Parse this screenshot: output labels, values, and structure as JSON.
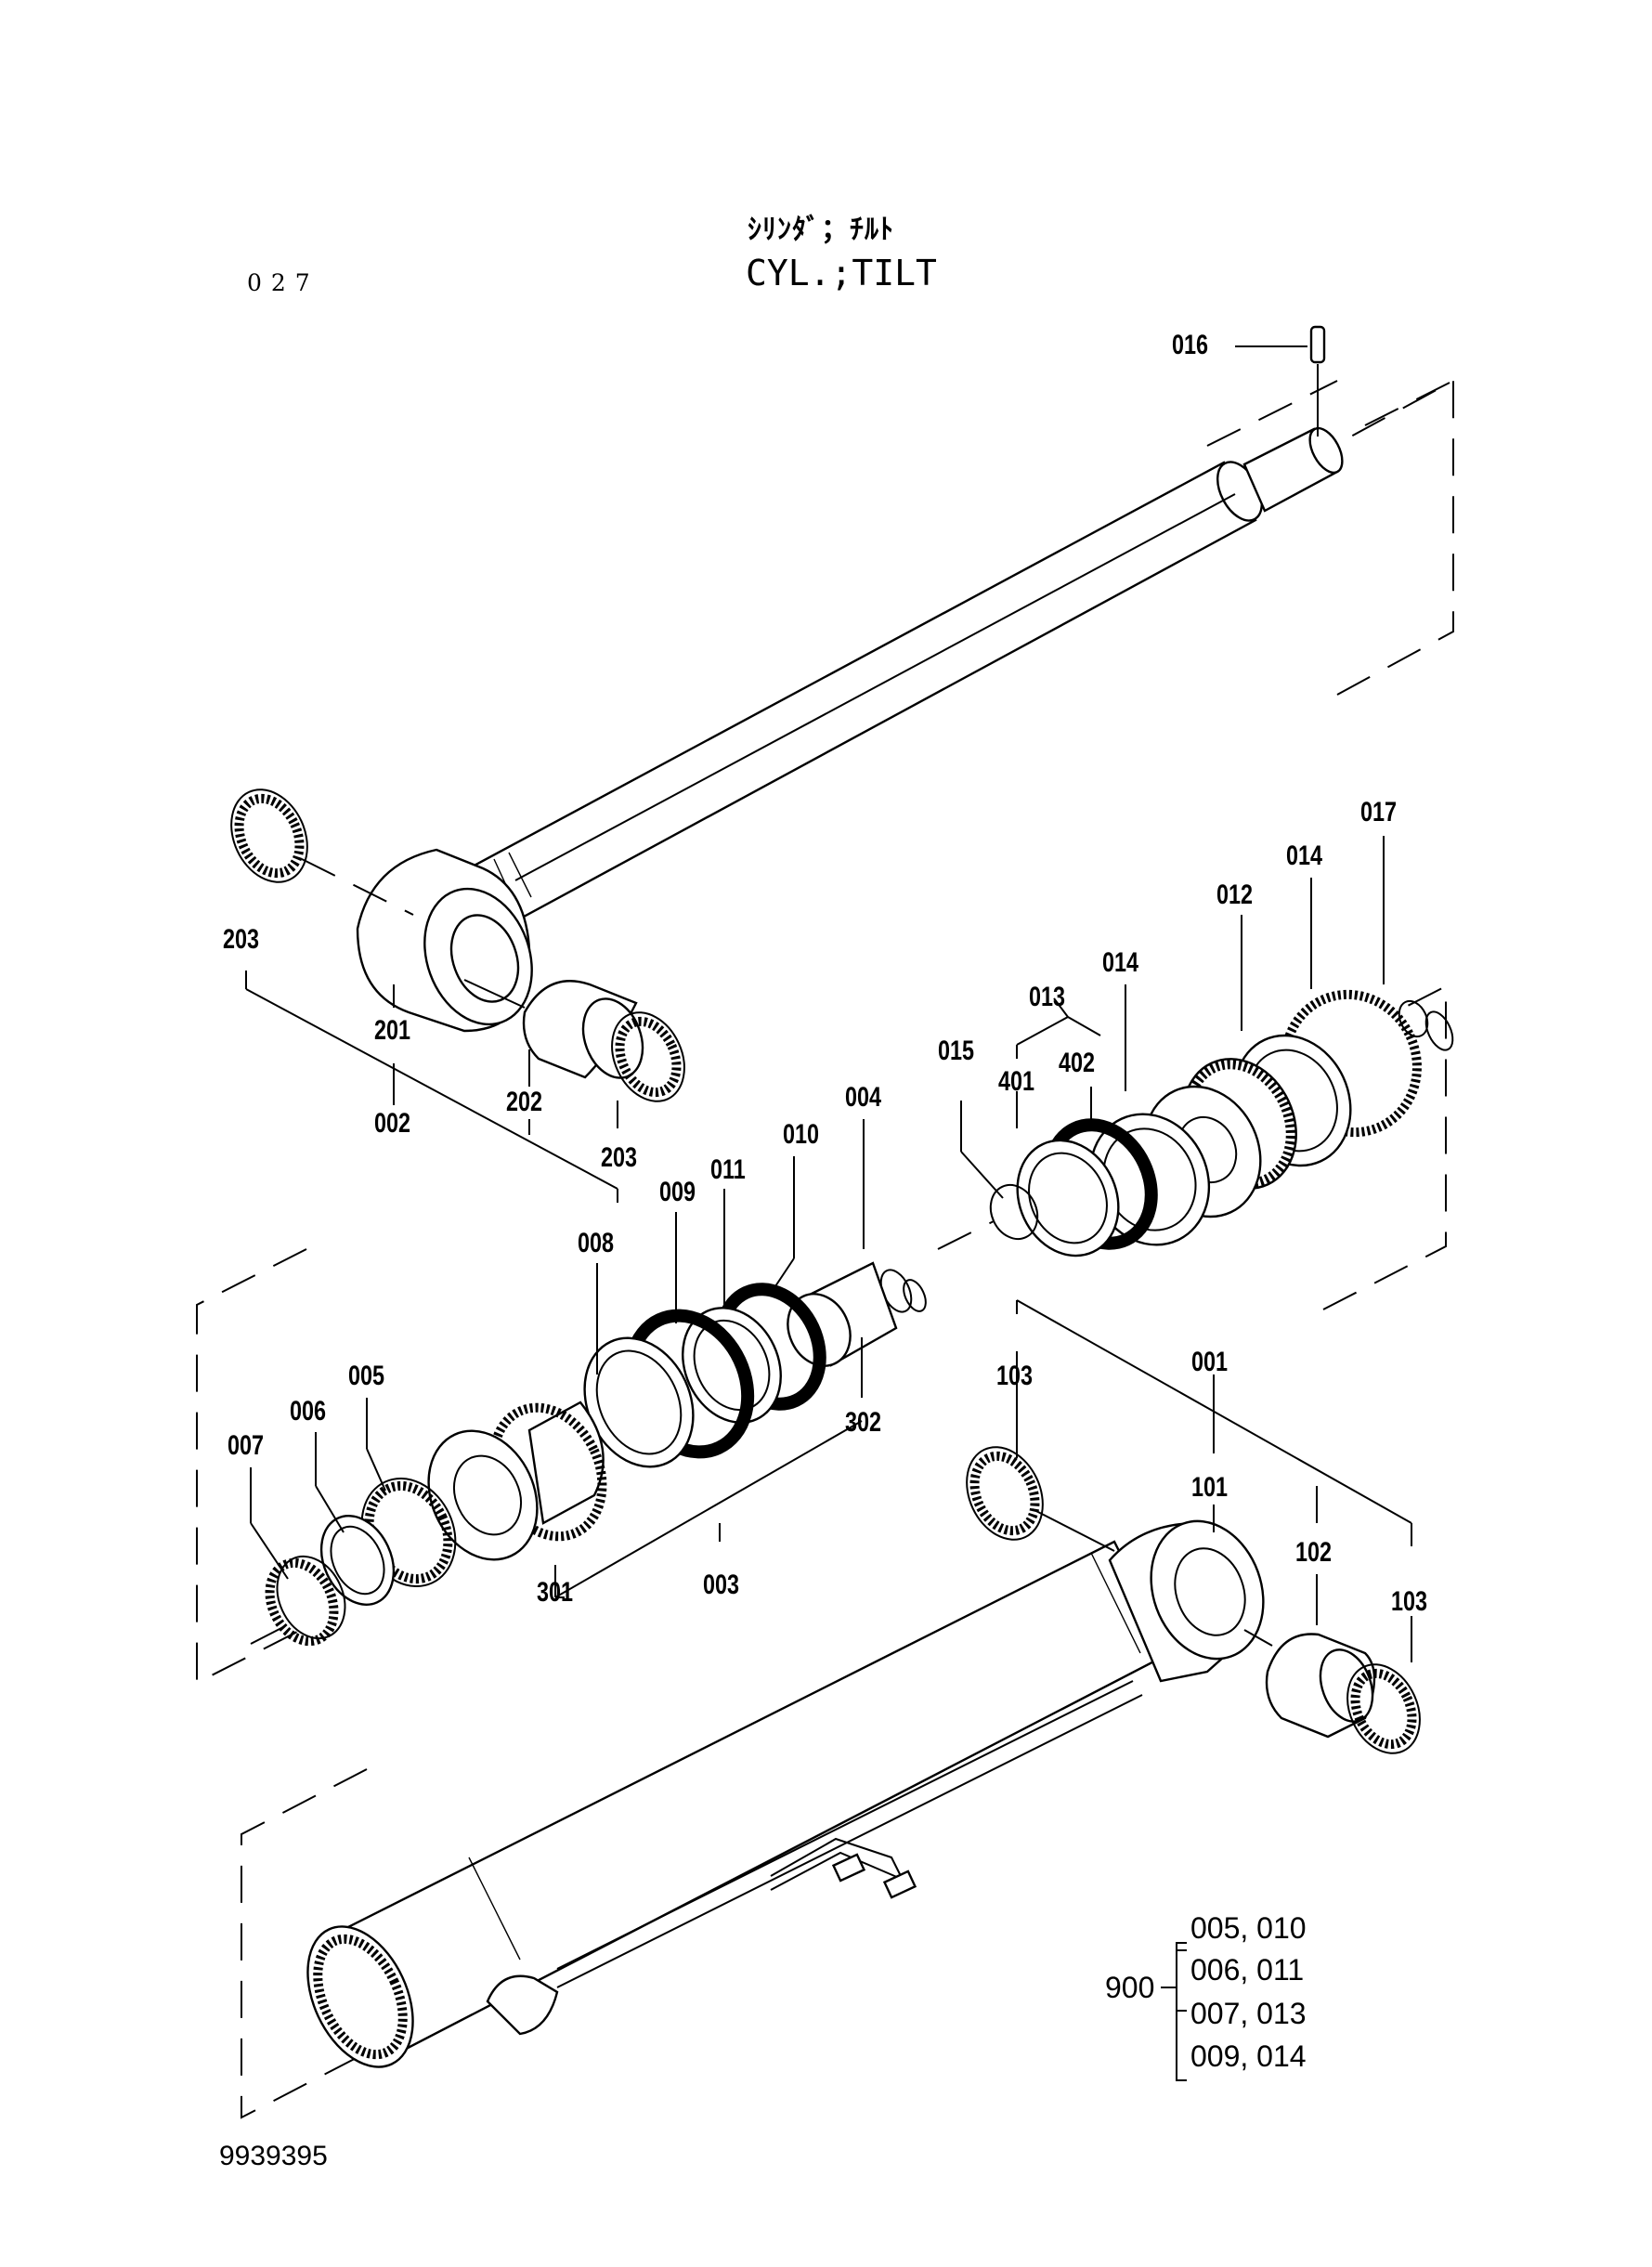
{
  "header": {
    "title_jp": "ｼﾘﾝﾀﾞ；ﾁﾙﾄ",
    "title_en": "CYL.;TILT",
    "page_number": "027"
  },
  "part_labels": {
    "p016": "016",
    "p017": "017",
    "p014a": "014",
    "p012": "012",
    "p014b": "014",
    "p013": "013",
    "p015": "015",
    "p401": "401",
    "p402": "402",
    "p004": "004",
    "p010": "010",
    "p011": "011",
    "p009": "009",
    "p008": "008",
    "p203a": "203",
    "p201": "201",
    "p002": "002",
    "p202": "202",
    "p203b": "203",
    "p005": "005",
    "p006": "006",
    "p007": "007",
    "p301": "301",
    "p003": "003",
    "p302": "302",
    "p103a": "103",
    "p001": "001",
    "p101": "101",
    "p102": "102",
    "p103b": "103"
  },
  "seal_kit": {
    "number": "900",
    "rows": [
      "005, 010",
      "006, 011",
      "007, 013",
      "009, 014"
    ]
  },
  "footer": {
    "document_number": "9939395"
  }
}
